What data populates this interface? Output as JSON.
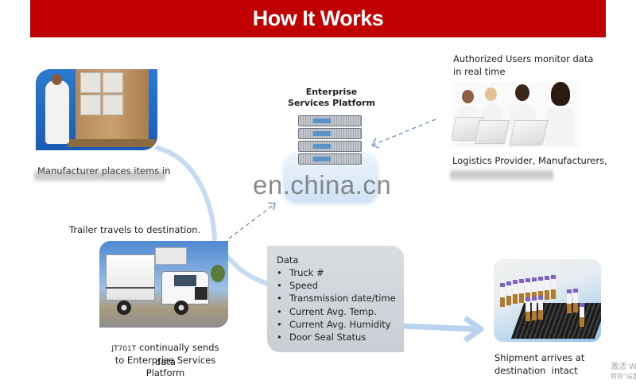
{
  "header": {
    "title": "How It Works",
    "color": "#c00000"
  },
  "steps": {
    "manufacturer": {
      "image": "manufacturer-packing-boxes-photo",
      "caption_visible": "Manufacturer places items in"
    },
    "platform": {
      "title_line1": "Enterprise",
      "title_line2": "Services Platform",
      "image": "server-rack-photo"
    },
    "users": {
      "caption_line1": "Authorized Users monitor data",
      "caption_line2": "in real time",
      "image": "users-at-laptops-photo",
      "sub_caption_visible": "Logistics Provider, Manufacturers,"
    },
    "trailer": {
      "caption": "Trailer travels to destination.",
      "image": "refrigerated-truck-photo",
      "device_label": "JT701T",
      "sends_line1": "continually sends data",
      "sends_line2": "to Enterprise Services",
      "sends_line3": "Platform"
    },
    "data": {
      "title": "Data",
      "items": [
        "Truck #",
        "Speed",
        "Transmission date/time",
        "Current Avg. Temp.",
        "Current Avg. Humidity",
        "Door Seal Status"
      ],
      "bullet": "•"
    },
    "destination": {
      "image": "sample-vials-rack-photo",
      "caption_line1": "Shipment arrives at",
      "caption_line2": "destination  intact"
    }
  },
  "watermark": "en.china.cn",
  "os_watermark": {
    "line1": "激活 W",
    "line2": "转到\"设置"
  },
  "colors": {
    "flow_arrow": "#b9d3ee",
    "dashed_arrow": "#6b8fb8",
    "data_box": "#d3d8de"
  }
}
